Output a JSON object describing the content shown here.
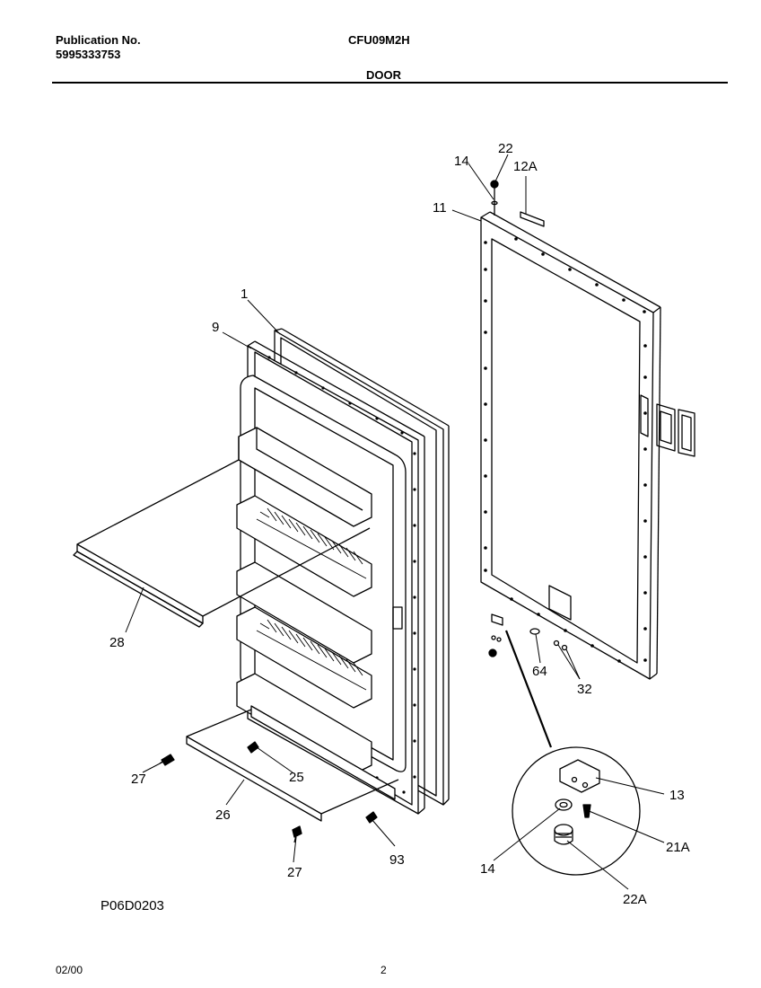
{
  "header": {
    "publication_label": "Publication No.",
    "publication_number": "5995333753",
    "model": "CFU09M2H",
    "section": "DOOR"
  },
  "diagram_code": "P06D0203",
  "footer": {
    "date": "02/00",
    "page": "2"
  },
  "callouts": {
    "c1": "1",
    "c9": "9",
    "c11": "11",
    "c12A": "12A",
    "c13": "13",
    "c14_top": "14",
    "c14_detail": "14",
    "c21A": "21A",
    "c22": "22",
    "c22A": "22A",
    "c25": "25",
    "c26": "26",
    "c27_left": "27",
    "c27_bottom": "27",
    "c28": "28",
    "c32": "32",
    "c64": "64",
    "c93": "93"
  }
}
